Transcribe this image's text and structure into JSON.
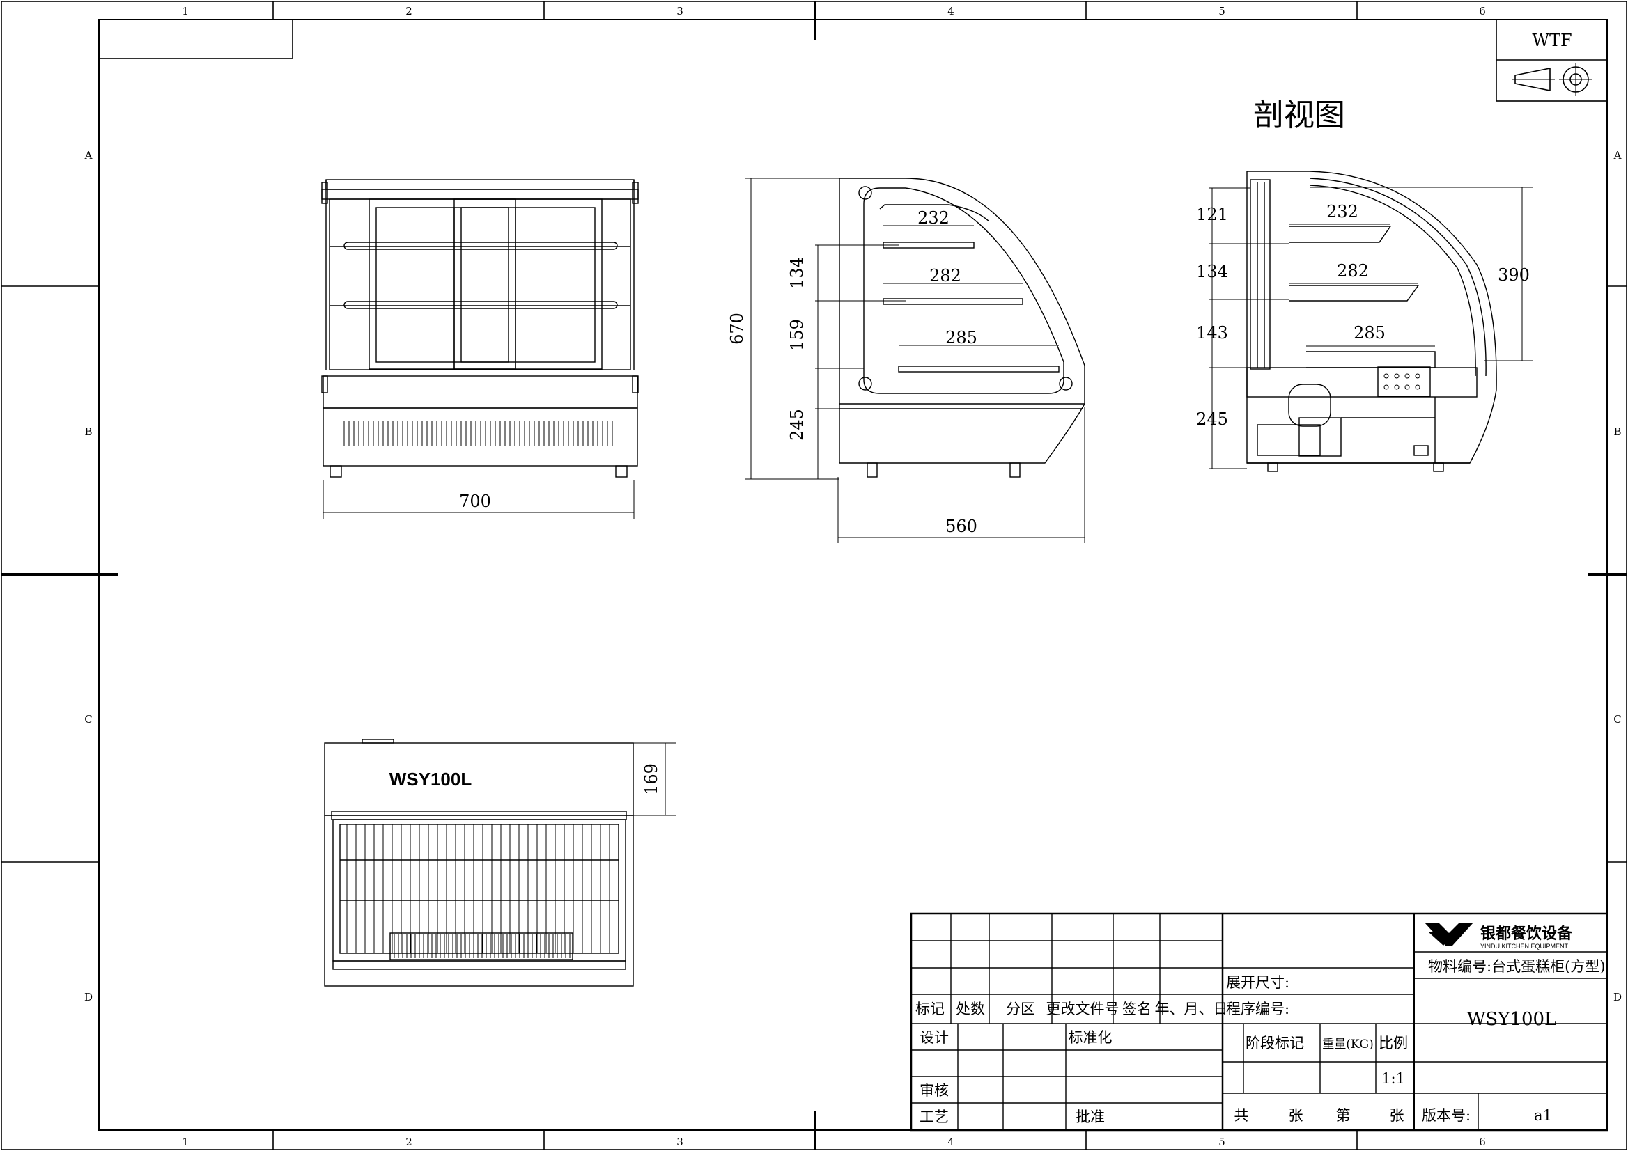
{
  "border": {
    "columns": [
      "1",
      "2",
      "3",
      "4",
      "5",
      "6"
    ],
    "rows": [
      "A",
      "B",
      "C",
      "D"
    ]
  },
  "projection_mark": "WTF",
  "section_title": "剖视图",
  "front_view": {
    "width_dim": "700"
  },
  "side_view": {
    "total_height": "670",
    "dims_left": [
      "134",
      "159",
      "245"
    ],
    "shelf_dims": [
      "232",
      "282",
      "285"
    ],
    "depth_dim": "560"
  },
  "section_view": {
    "dims_left": [
      "121",
      "134",
      "143",
      "245"
    ],
    "shelf_dims": [
      "232",
      "282",
      "285"
    ],
    "right_dim": "390"
  },
  "top_view": {
    "model_label": "WSY100L",
    "dim": "169"
  },
  "title_block": {
    "revision_headers": [
      "标记",
      "处数",
      "分区",
      "更改文件号",
      "签名",
      "年、月、日"
    ],
    "design": "设计",
    "standardize": "标准化",
    "review": "审核",
    "approve": "批准",
    "process": "工艺",
    "unfold_size": "展开尺寸:",
    "program_no": "程序编号:",
    "stage_mark": "阶段标记",
    "weight": "重量(KG)",
    "scale_label": "比例",
    "scale_value": "1:1",
    "total": "共",
    "sheets": "张",
    "sheet_no": "第",
    "sheet_unit": "张",
    "version_label": "版本号:",
    "version_value": "a1",
    "company_name": "银都餐饮设备",
    "company_sub": "YINDU KITCHEN EQUIPMENT",
    "material_no": "物料编号:台式蛋糕柜(方型)",
    "model": "WSY100L"
  }
}
